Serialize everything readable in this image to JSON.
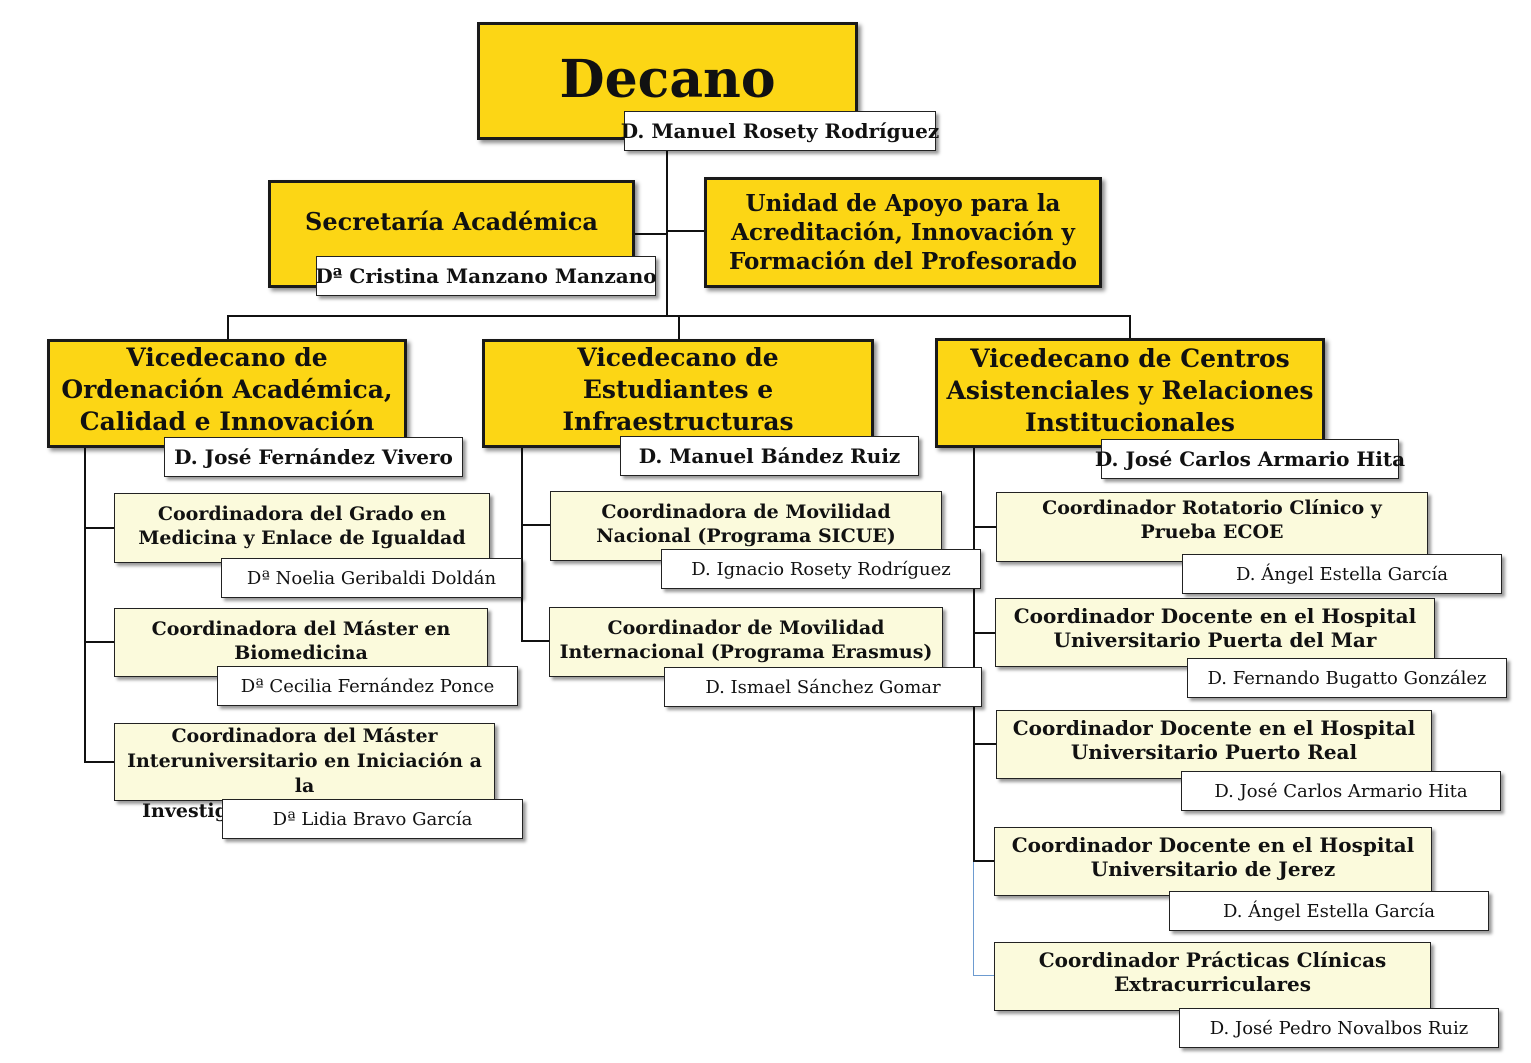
{
  "colors": {
    "primary_box": "#FCD615",
    "secondary_box": "#FBFADC",
    "name_box": "#FFFFFF",
    "border": "#1A1A1A"
  },
  "dean": {
    "title": "Decano",
    "name": "D. Manuel Rosety Rodríguez"
  },
  "secretary": {
    "title": "Secretaría Académica",
    "name": "Dª Cristina Manzano Manzano"
  },
  "support_unit": {
    "title": "Unidad de Apoyo para la\nAcreditación, Innovación y\nFormación del Profesorado"
  },
  "vicedeans": [
    {
      "title": "Vicedecano de\nOrdenación Académica,\nCalidad e Innovación",
      "name": "D. José Fernández Vivero",
      "coordinators": [
        {
          "title": "Coordinadora del Grado en\nMedicina y Enlace de Igualdad",
          "name": "Dª Noelia Geribaldi Doldán"
        },
        {
          "title": "Coordinadora del Máster en\nBiomedicina",
          "name": "Dª Cecilia Fernández Ponce"
        },
        {
          "title": "Coordinadora del Máster\nInteruniversitario en Iniciación a la\nInvestigación en Salud Mental",
          "name": "Dª Lidia Bravo García"
        }
      ]
    },
    {
      "title": "Vicedecano de\nEstudiantes e\nInfraestructuras",
      "name": "D. Manuel Bández Ruiz",
      "coordinators": [
        {
          "title": "Coordinadora de Movilidad\nNacional (Programa SICUE)",
          "name": "D. Ignacio Rosety Rodríguez"
        },
        {
          "title": "Coordinador de Movilidad\nInternacional (Programa Erasmus)",
          "name": "D. Ismael Sánchez Gomar"
        }
      ]
    },
    {
      "title": "Vicedecano de Centros\nAsistenciales y Relaciones\nInstitucionales",
      "name": "D. José Carlos Armario Hita",
      "coordinators": [
        {
          "title": "Coordinador Rotatorio Clínico y\nPrueba ECOE",
          "name": "D. Ángel Estella García"
        },
        {
          "title": "Coordinador Docente en el Hospital\nUniversitario Puerta del Mar",
          "name": "D. Fernando Bugatto González"
        },
        {
          "title": "Coordinador Docente en el Hospital\nUniversitario Puerto Real",
          "name": "D. José Carlos Armario Hita"
        },
        {
          "title": "Coordinador Docente en el Hospital\nUniversitario de Jerez",
          "name": "D. Ángel Estella García"
        },
        {
          "title": "Coordinador Prácticas Clínicas\nExtracurriculares",
          "name": "D. José Pedro Novalbos Ruiz"
        }
      ]
    }
  ]
}
